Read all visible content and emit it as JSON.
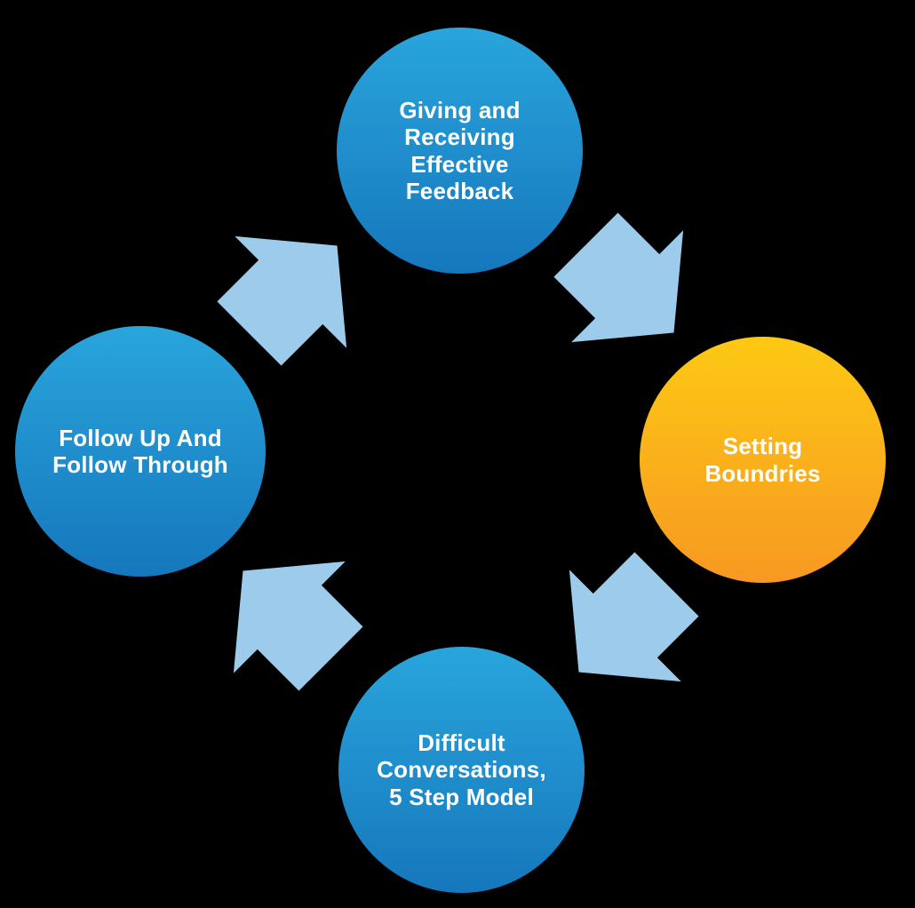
{
  "diagram": {
    "type": "cycle",
    "direction": "clockwise",
    "nodes": {
      "top": {
        "label": "Giving and Receiving Effective Feedback",
        "lines": [
          "Giving and",
          "Receiving",
          "Effective",
          "Feedback"
        ],
        "color": "blue"
      },
      "right": {
        "label": "Setting Boundries",
        "lines": [
          "Setting",
          "Boundries"
        ],
        "color": "orange"
      },
      "bottom": {
        "label": "Difficult Conversations, 5 Step Model",
        "lines": [
          "Difficult",
          "Conversations,",
          "5 Step Model"
        ],
        "color": "blue"
      },
      "left": {
        "label": "Follow Up And Follow Through",
        "lines": [
          "Follow Up And",
          "Follow Through"
        ],
        "color": "blue"
      }
    },
    "arrows": [
      {
        "from": "top",
        "to": "right",
        "points": "southeast"
      },
      {
        "from": "right",
        "to": "bottom",
        "points": "southwest"
      },
      {
        "from": "bottom",
        "to": "left",
        "points": "northwest"
      },
      {
        "from": "left",
        "to": "top",
        "points": "northeast"
      }
    ]
  },
  "colors": {
    "background": "#000000",
    "arrow": "#9CCBEC",
    "blue_circle_gradient_top": "#29A5DC",
    "blue_circle_gradient_bottom": "#1677BC",
    "orange_circle_gradient_top": "#FDC913",
    "orange_circle_gradient_bottom": "#F79822",
    "label_text": "#FFFFFF"
  }
}
